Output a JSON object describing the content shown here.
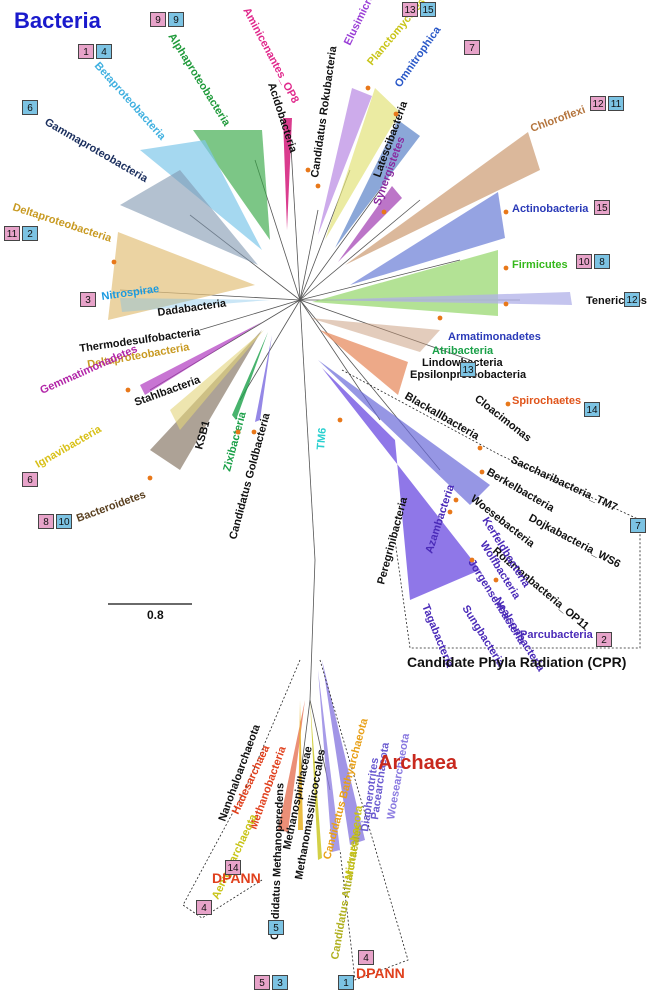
{
  "headings": {
    "bacteria": "Bacteria",
    "archaea": "Archaea",
    "dpann_left": "DPANN",
    "dpann_right": "DPANN",
    "cpr": "Candidate Phyla Radiation (CPR)",
    "scale_bar": "0.8"
  },
  "colors": {
    "bacteria_title": "#1a1acc",
    "archaea_title": "#c8291e",
    "pink_badge": "#e7a3c9",
    "blue_badge": "#7cc3e3"
  },
  "taxa": [
    {
      "id": "alphaproteobacteria",
      "label": "Alphaproteobacteria",
      "color": "#1f9a3a"
    },
    {
      "id": "aminicenantes",
      "label": "Aminicenantes_OP8",
      "color": "#e0298c"
    },
    {
      "id": "acidobacteria",
      "label": "Acidobacteria",
      "color": "#111111"
    },
    {
      "id": "betaproteobacteria",
      "label": "Betaproteobacteria",
      "color": "#3fb0e0"
    },
    {
      "id": "gammaproteobacteria",
      "label": "Gammaproteobacteria",
      "color": "#1b2f5e"
    },
    {
      "id": "deltaproteobacteria",
      "label": "Deltaproteobacteria",
      "color": "#c89a22"
    },
    {
      "id": "elusimicrobia",
      "label": "Elusimicrobia",
      "color": "#9a3ed6"
    },
    {
      "id": "planctomycetes",
      "label": "Planctomycetes",
      "color": "#c8c418"
    },
    {
      "id": "omnitrophica",
      "label": "Omnitrophica",
      "color": "#2a58c8"
    },
    {
      "id": "candidatus_rokubacteria",
      "label": "Candidatus Rokubacteria",
      "color": "#111111"
    },
    {
      "id": "latescibacteria",
      "label": "Latescibacteria",
      "color": "#111111"
    },
    {
      "id": "chloroflexi",
      "label": "Chloroflexi",
      "color": "#b4743c"
    },
    {
      "id": "synergistetes",
      "label": "Synergistetes",
      "color": "#8a2a9e"
    },
    {
      "id": "actinobacteria",
      "label": "Actinobacteria",
      "color": "#2a3ab8"
    },
    {
      "id": "firmicutes",
      "label": "Firmicutes",
      "color": "#34b81a"
    },
    {
      "id": "tenericutes",
      "label": "Tenericutes",
      "color": "#111111"
    },
    {
      "id": "nitrospirae",
      "label": "Nitrospirae",
      "color": "#1a9ae0"
    },
    {
      "id": "dadabacteria",
      "label": "Dadabacteria",
      "color": "#111111"
    },
    {
      "id": "thermodesulfobacteria",
      "label": "Thermodesulfobacteria",
      "color": "#111111"
    },
    {
      "id": "deltaproteobacteria_2",
      "label": "Deltaproteobacteria",
      "color": "#c89a22"
    },
    {
      "id": "armatimonadetes",
      "label": "Armatimonadetes",
      "color": "#2a3ab8"
    },
    {
      "id": "atribacteria",
      "label": "Atribacteria",
      "color": "#1aa048"
    },
    {
      "id": "lindowbacteria",
      "label": "Lindowbacteria",
      "color": "#111111"
    },
    {
      "id": "epsilonproteobacteria",
      "label": "Epsilonproteobacteria",
      "color": "#111111"
    },
    {
      "id": "gemmatimonadetes",
      "label": "Gemmatimonadetes",
      "color": "#b226a8"
    },
    {
      "id": "stahlbacteria",
      "label": "Stahlbacteria",
      "color": "#111111"
    },
    {
      "id": "ignavibacteria",
      "label": "Ignavibacteria",
      "color": "#d8c018"
    },
    {
      "id": "ksb1",
      "label": "KSB1",
      "color": "#111111"
    },
    {
      "id": "zixibacteria",
      "label": "Zixibacteria",
      "color": "#1aa048"
    },
    {
      "id": "candidatus_goldbacteria",
      "label": "Candidatus Goldbacteria",
      "color": "#111111"
    },
    {
      "id": "bacteroidetes",
      "label": "Bacteroidetes",
      "color": "#5a4020"
    },
    {
      "id": "spirochaetes",
      "label": "Spirochaetes",
      "color": "#e0541a"
    },
    {
      "id": "cloacimonas",
      "label": "Cloacimonas",
      "color": "#111111"
    },
    {
      "id": "blackallbacteria",
      "label": "Blackallbacteria",
      "color": "#111111"
    },
    {
      "id": "saccharibacteria",
      "label": "Saccharibacteria_TM7",
      "color": "#111111"
    },
    {
      "id": "berkelbacteria",
      "label": "Berkelbacteria",
      "color": "#111111"
    },
    {
      "id": "dojkabacteria",
      "label": "Dojkabacteria_WS6",
      "color": "#111111"
    },
    {
      "id": "woesebacteria",
      "label": "Woesebacteria",
      "color": "#111111"
    },
    {
      "id": "roizmanbacteria",
      "label": "Roizmanbacteria_OP11",
      "color": "#111111"
    },
    {
      "id": "tm6",
      "label": "TM6",
      "color": "#2ad0d0"
    },
    {
      "id": "peregrinibacteria",
      "label": "Peregrinibacteria",
      "color": "#111111"
    },
    {
      "id": "azambacteria",
      "label": "Azambacteria",
      "color": "#4a2ab8"
    },
    {
      "id": "kerfeldbacteria",
      "label": "Kerfeldbacteria",
      "color": "#4a2ab8"
    },
    {
      "id": "wolfbacteria",
      "label": "Wolfbacteria",
      "color": "#4a2ab8"
    },
    {
      "id": "jorgensenbacteria",
      "label": "Jorgensenbacteria",
      "color": "#4a2ab8"
    },
    {
      "id": "nealsonbacteria",
      "label": "Nealsonbacteria",
      "color": "#4a2ab8"
    },
    {
      "id": "sungbacteria",
      "label": "Sungbacteria",
      "color": "#4a2ab8"
    },
    {
      "id": "tagabacteria",
      "label": "Tagabacteria",
      "color": "#4a2ab8"
    },
    {
      "id": "parcubacteria",
      "label": "Parcubacteria",
      "color": "#4a2ab8"
    },
    {
      "id": "nanohaloarchaeota",
      "label": "Nanohaloarchaeota",
      "color": "#111111"
    },
    {
      "id": "hadesarchaea",
      "label": "Hadesarchaea",
      "color": "#e0401d"
    },
    {
      "id": "methanobacteria",
      "label": "Methanobacteria",
      "color": "#e0401d"
    },
    {
      "id": "candidatus_methanoperedens",
      "label": "Candidatus Methanoperedens",
      "color": "#111111"
    },
    {
      "id": "methanospirillaceae",
      "label": "Methanospirillaceae",
      "color": "#111111"
    },
    {
      "id": "methanomassiliicoccales",
      "label": "Methanomassiliicoccales",
      "color": "#111111"
    },
    {
      "id": "candidatus_bathyarchaeota",
      "label": "Candidatus Bathyarchaeota",
      "color": "#e8a018"
    },
    {
      "id": "candidatus_altiarchaeales",
      "label": "Candidatus Altiarchaeales",
      "color": "#b0b020"
    },
    {
      "id": "micrarchaeota",
      "label": "Micrarchaeota",
      "color": "#c8c418"
    },
    {
      "id": "diapherotrites",
      "label": "Diapherotrites",
      "color": "#6a5ad0"
    },
    {
      "id": "pacearchaeota",
      "label": "Pacearchaeota",
      "color": "#6a5ad0"
    },
    {
      "id": "woesearchaeota",
      "label": "Woesearchaeota",
      "color": "#8a7ae0"
    },
    {
      "id": "aenigmarchaeota",
      "label": "Aenigmarchaeota",
      "color": "#c8c418"
    }
  ],
  "badges": [
    {
      "id": "b1",
      "value": "9",
      "kind": "pink"
    },
    {
      "id": "b2",
      "value": "9",
      "kind": "blue"
    },
    {
      "id": "b3",
      "value": "1",
      "kind": "pink"
    },
    {
      "id": "b4",
      "value": "4",
      "kind": "blue"
    },
    {
      "id": "b5",
      "value": "6",
      "kind": "blue"
    },
    {
      "id": "b6",
      "value": "13",
      "kind": "pink"
    },
    {
      "id": "b7",
      "value": "15",
      "kind": "blue"
    },
    {
      "id": "b8",
      "value": "7",
      "kind": "pink"
    },
    {
      "id": "b9",
      "value": "12",
      "kind": "pink"
    },
    {
      "id": "b10",
      "value": "11",
      "kind": "blue"
    },
    {
      "id": "b11",
      "value": "11",
      "kind": "pink"
    },
    {
      "id": "b12",
      "value": "2",
      "kind": "blue"
    },
    {
      "id": "b13",
      "value": "15",
      "kind": "pink"
    },
    {
      "id": "b14",
      "value": "10",
      "kind": "pink"
    },
    {
      "id": "b15",
      "value": "8",
      "kind": "blue"
    },
    {
      "id": "b16",
      "value": "12",
      "kind": "blue"
    },
    {
      "id": "b17",
      "value": "3",
      "kind": "pink"
    },
    {
      "id": "b18",
      "value": "13",
      "kind": "blue"
    },
    {
      "id": "b19",
      "value": "14",
      "kind": "blue"
    },
    {
      "id": "b20",
      "value": "6",
      "kind": "pink"
    },
    {
      "id": "b21",
      "value": "8",
      "kind": "pink"
    },
    {
      "id": "b22",
      "value": "10",
      "kind": "blue"
    },
    {
      "id": "b23",
      "value": "7",
      "kind": "blue"
    },
    {
      "id": "b24",
      "value": "2",
      "kind": "pink"
    },
    {
      "id": "b25",
      "value": "14",
      "kind": "pink"
    },
    {
      "id": "b26",
      "value": "4",
      "kind": "pink"
    },
    {
      "id": "b27",
      "value": "5",
      "kind": "blue"
    },
    {
      "id": "b28",
      "value": "4",
      "kind": "pink"
    },
    {
      "id": "b29",
      "value": "5",
      "kind": "pink"
    },
    {
      "id": "b30",
      "value": "3",
      "kind": "blue"
    },
    {
      "id": "b31",
      "value": "1",
      "kind": "blue"
    }
  ]
}
